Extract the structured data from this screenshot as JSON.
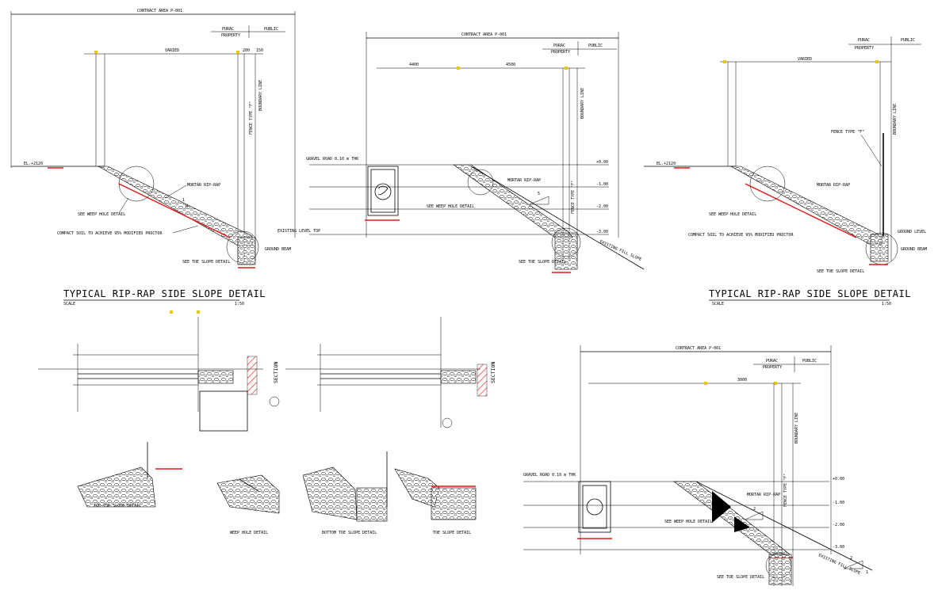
{
  "labels": {
    "contract_area": "CONTRACT AREA P-001",
    "purac": "PURAC",
    "property": "PROPERTY",
    "public": "PUBLIC",
    "varied": "VARIED",
    "el_top": "EL.+2120",
    "mortar_rip_rap": "MORTAR RIP-RAP",
    "see_weep_hole_detail": "SEE WEEP HOLE DETAIL",
    "compact_soil": "COMPACT SOIL TO ACHIEVE 95% MODIFIED PROCTOR",
    "existing_level": "EXISTING LEVEL TOP",
    "ground_beam": "GROUND BEAM",
    "see_toe_slope_detail": "SEE TOE SLOPE DETAIL",
    "boundary_line": "BOUNDARY LINE",
    "fence_type": "FENCE TYPE \"F\"",
    "ground_level": "GROUND LEVEL",
    "gravel_road": "GRAVEL ROAD 0.10 m THK",
    "existing_fill_slope": "EXISTING FILL SLOPE",
    "top_toe": "TOP TOE SLOPE DETAIL",
    "weep_hole": "WEEP HOLE DETAIL",
    "bottom_toe": "BOTTOM TOE SLOPE DETAIL",
    "toe_slope": "TOE SLOPE DETAIL",
    "section": "SECTION",
    "scale": "SCALE",
    "scale_val": "1:50",
    "lvl_0": "+0.00",
    "lvl_1": "-1.00",
    "lvl_2": "-2.00",
    "lvl_3": "-3.00",
    "dim_4400": "4400",
    "dim_4500": "4500",
    "dim_3000": "3000",
    "dim_200": "200",
    "dim_150": "150",
    "ratio_1": "1",
    "ratio_2": "2",
    "ratio_5": "5",
    "ratio_h": "H"
  },
  "titles": {
    "left": "TYPICAL RIP-RAP SIDE SLOPE DETAIL",
    "right": "TYPICAL RIP-RAP SIDE SLOPE DETAIL"
  },
  "colors": {
    "line": "#000000",
    "soil_hatch": "#e01818",
    "dim_marker": "#e6c700"
  }
}
